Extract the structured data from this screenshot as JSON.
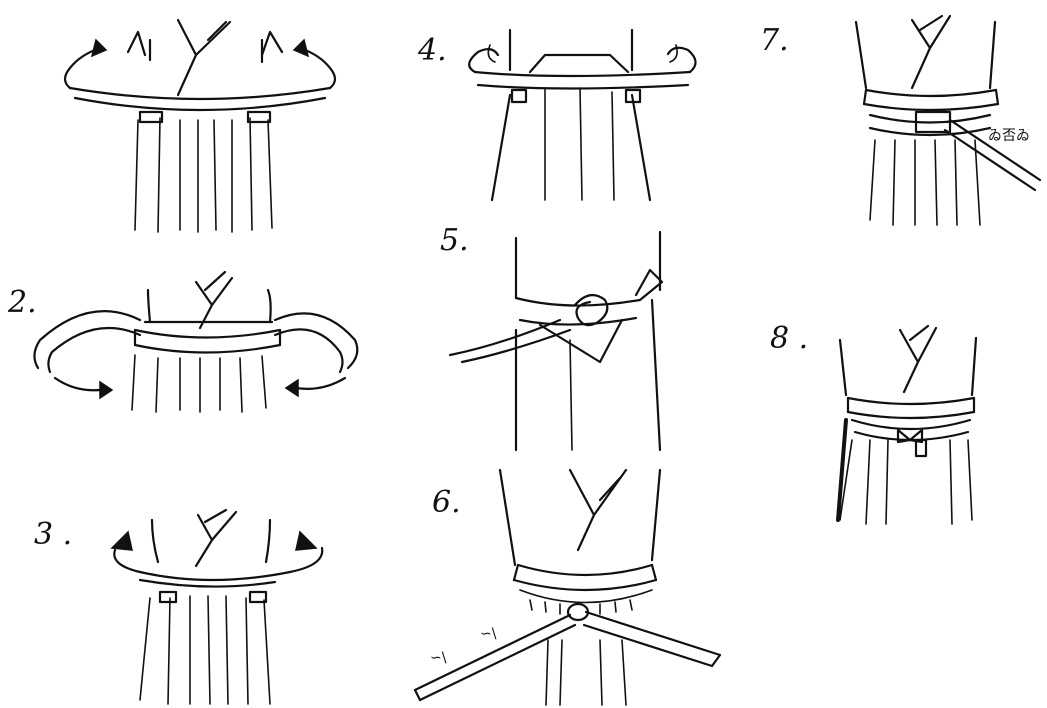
{
  "steps": [
    {
      "label": "2."
    },
    {
      "label": "3 ."
    },
    {
      "label": "4."
    },
    {
      "label": "5."
    },
    {
      "label": "6."
    },
    {
      "label": "7."
    },
    {
      "label": "8 ."
    }
  ],
  "annotations": {
    "step6_marks": [
      "∽\\",
      "∽\\"
    ],
    "step7_note": "ゐ否ゐ"
  }
}
